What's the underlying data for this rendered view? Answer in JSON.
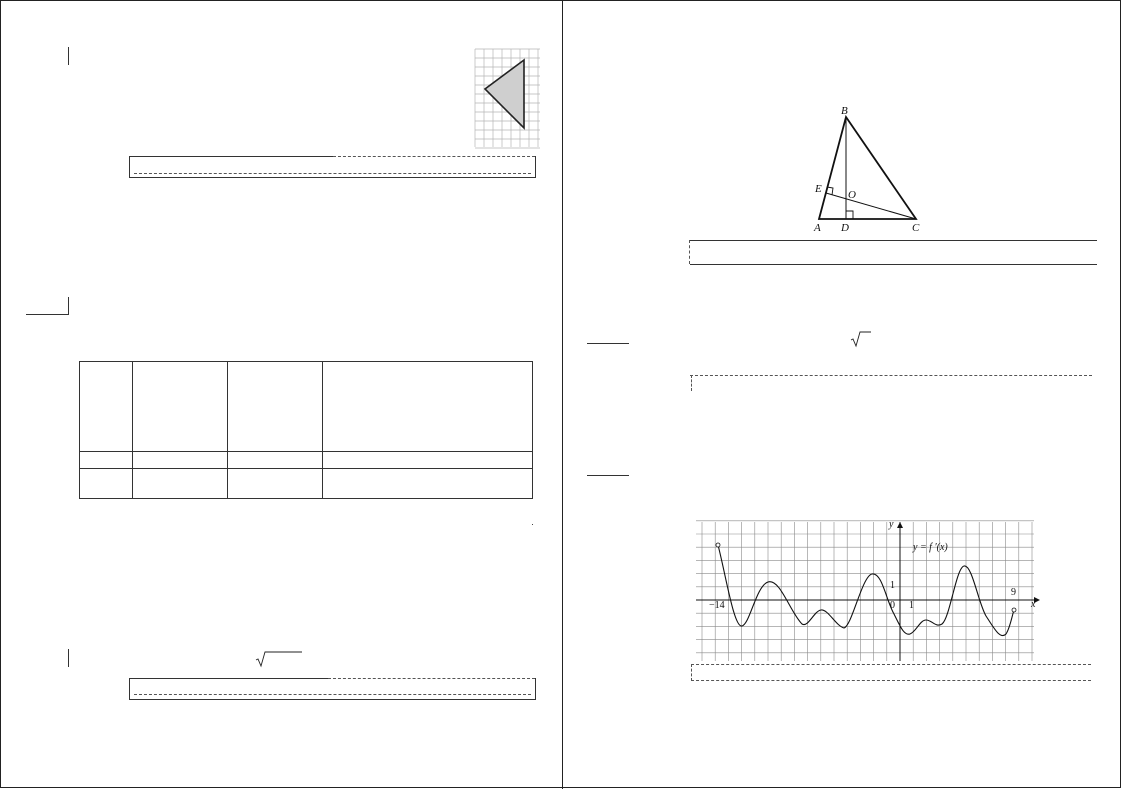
{
  "left_page": {
    "triangle_figure": {
      "grid_rows": 11,
      "grid_cols": 7
    },
    "table": {
      "rows": 3,
      "cols": 4
    }
  },
  "right_page": {
    "triangle_abc": {
      "vertex_labels": [
        "B",
        "E",
        "O",
        "A",
        "D",
        "C"
      ]
    },
    "derivative_graph": {
      "function_label": "y = f ′(x)",
      "y_axis_label": "y",
      "x_axis_label": "x",
      "tick_labels": {
        "left_end": "−14",
        "origin": "0",
        "one_x": "1",
        "one_y": "1",
        "right_end": "9"
      }
    }
  }
}
